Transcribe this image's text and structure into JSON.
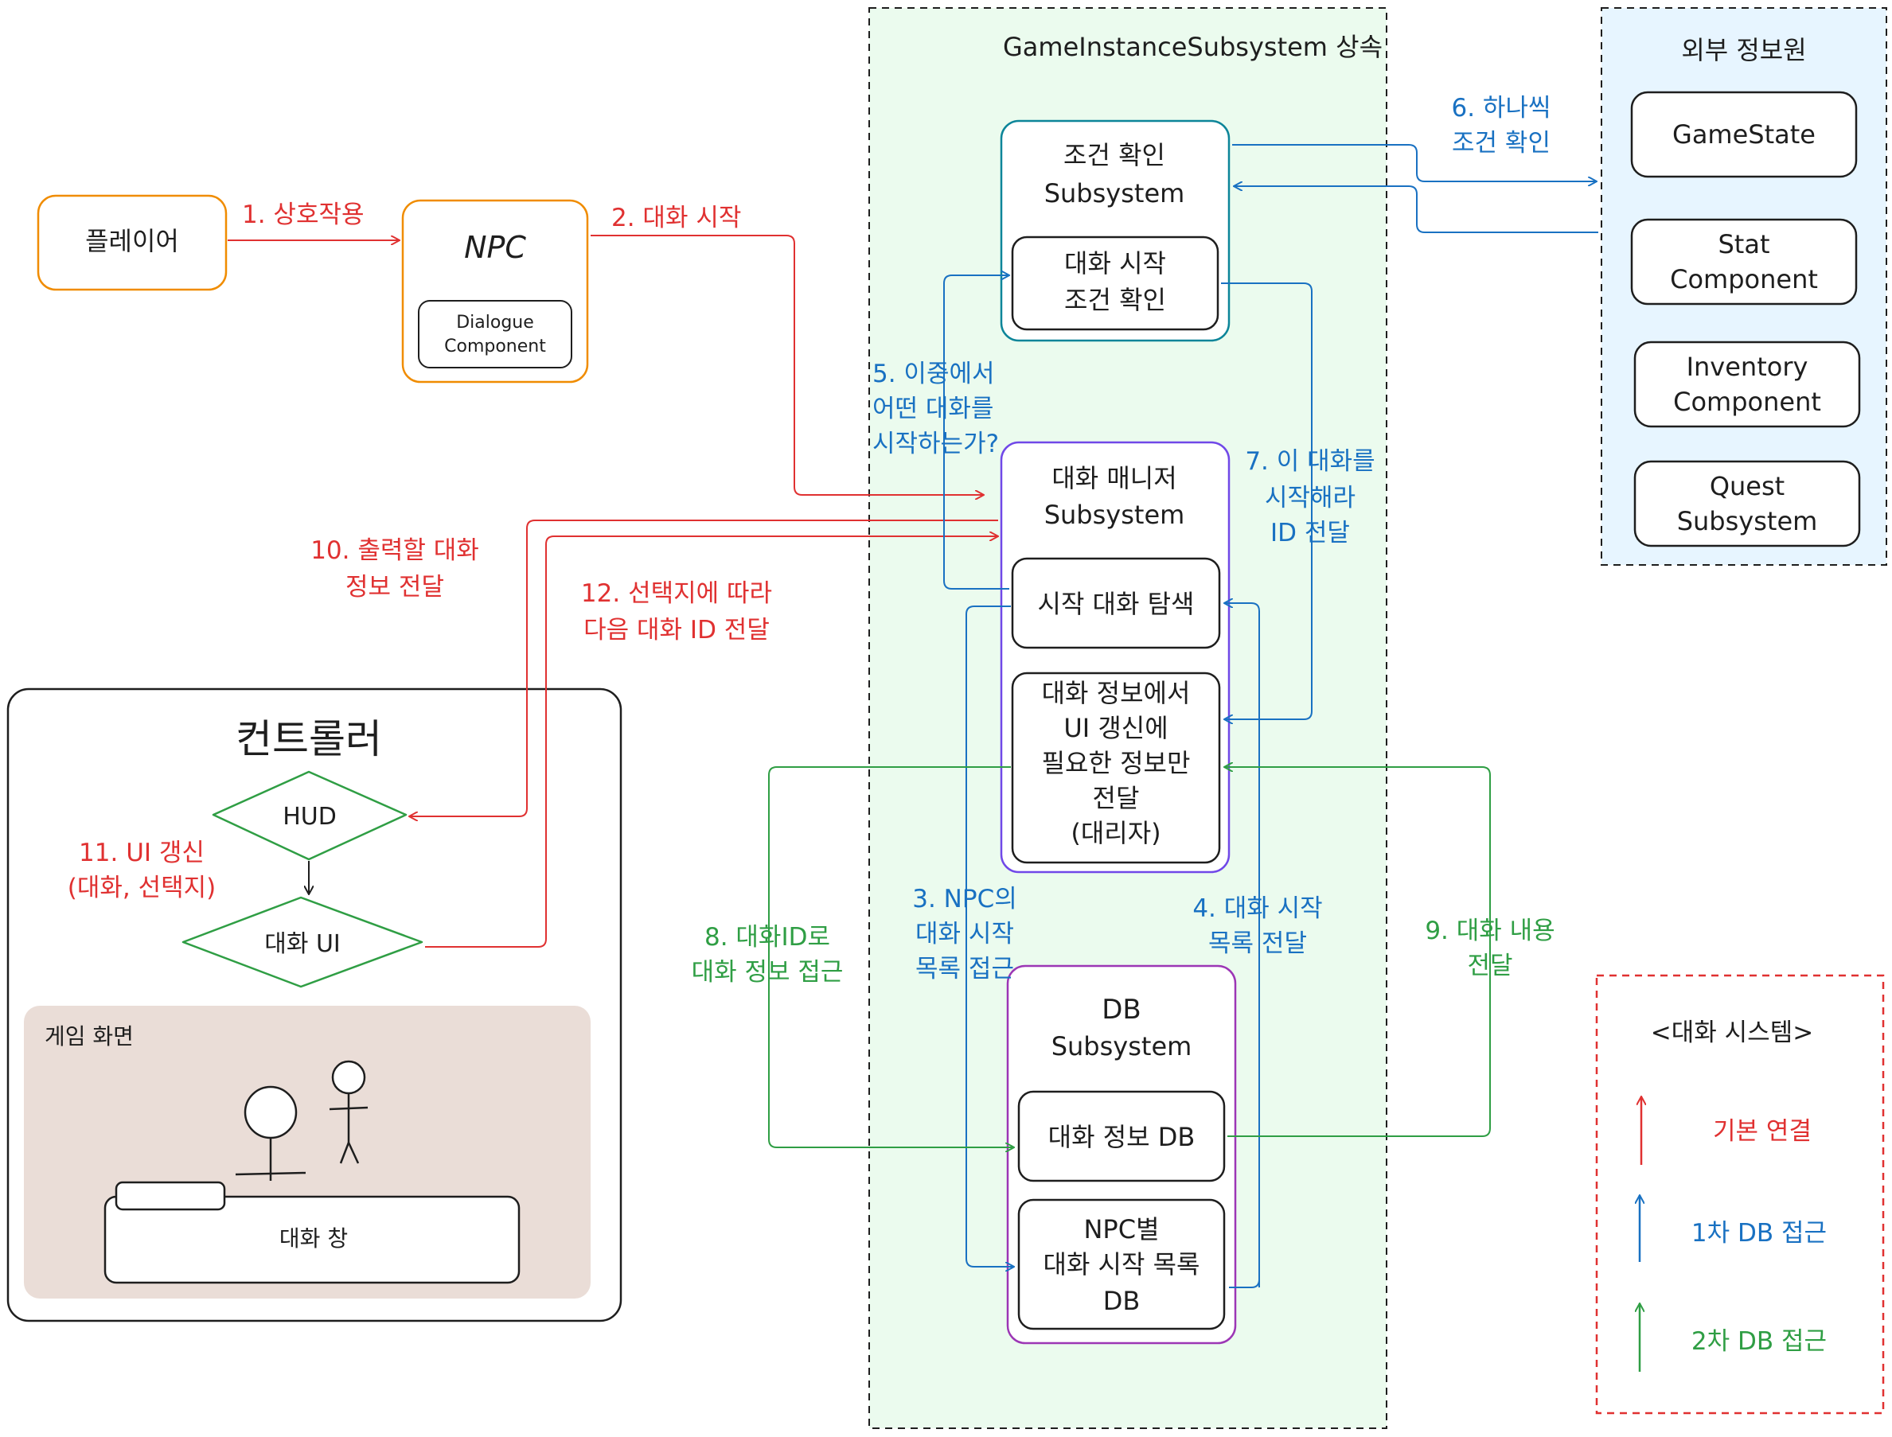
{
  "colors": {
    "basic": "#e03131",
    "first_db": "#1971c2",
    "second_db": "#2f9e44",
    "player": "#f08c00",
    "npc": "#f08c00",
    "condition": "#0c8599",
    "manager": "#7048e8",
    "db": "#9c36b5",
    "subsystem_bg": "#ebfbee",
    "external_bg": "#e7f5ff",
    "screen_bg": "#eaddd7"
  },
  "subsystem_group": {
    "title": "GameInstanceSubsystem 상속"
  },
  "external_group": {
    "title": "외부 정보원",
    "items": [
      {
        "line1": "GameState",
        "line2": ""
      },
      {
        "line1": "Stat",
        "line2": "Component"
      },
      {
        "line1": "Inventory",
        "line2": "Component"
      },
      {
        "line1": "Quest",
        "line2": "Subsystem"
      }
    ]
  },
  "player": {
    "label": "플레이어"
  },
  "npc": {
    "title": "NPC",
    "component_line1": "Dialogue",
    "component_line2": "Component"
  },
  "condition_subsystem": {
    "title_line1": "조건 확인",
    "title_line2": "Subsystem",
    "inner_line1": "대화 시작",
    "inner_line2": "조건 확인"
  },
  "manager_subsystem": {
    "title_line1": "대화 매니저",
    "title_line2": "Subsystem",
    "search_label": "시작 대화 탐색",
    "delegate_lines": [
      "대화 정보에서",
      "UI 갱신에",
      "필요한 정보만",
      "전달",
      "(대리자)"
    ]
  },
  "db_subsystem": {
    "title_line1": "DB",
    "title_line2": "Subsystem",
    "info_db": "대화 정보 DB",
    "start_db_lines": [
      "NPC별",
      "대화 시작 목록",
      "DB"
    ]
  },
  "controller": {
    "title": "컨트롤러",
    "hud": "HUD",
    "dialogue_ui": "대화 UI",
    "screen_label": "게임 화면",
    "window_label": "대화 창"
  },
  "steps": {
    "s1": "1. 상호작용",
    "s2": "2. 대화 시작",
    "s3": [
      "3. NPC의",
      "대화 시작",
      "목록 접근"
    ],
    "s4": [
      "4. 대화 시작",
      "목록 전달"
    ],
    "s5": [
      "5. 이중에서",
      "어떤 대화를",
      "시작하는가?"
    ],
    "s6": [
      "6. 하나씩",
      "조건 확인"
    ],
    "s7": [
      "7. 이 대화를",
      "시작해라",
      "ID 전달"
    ],
    "s8": [
      "8. 대화ID로",
      "대화 정보 접근"
    ],
    "s9": [
      "9. 대화 내용",
      "전달"
    ],
    "s10": [
      "10. 출력할 대화",
      "정보 전달"
    ],
    "s11": [
      "11. UI 갱신",
      "(대화, 선택지)"
    ],
    "s12": [
      "12. 선택지에 따라",
      "다음 대화 ID 전달"
    ]
  },
  "legend": {
    "title": "<대화 시스템>",
    "basic": "기본 연결",
    "first": "1차 DB 접근",
    "second": "2차 DB 접근"
  }
}
